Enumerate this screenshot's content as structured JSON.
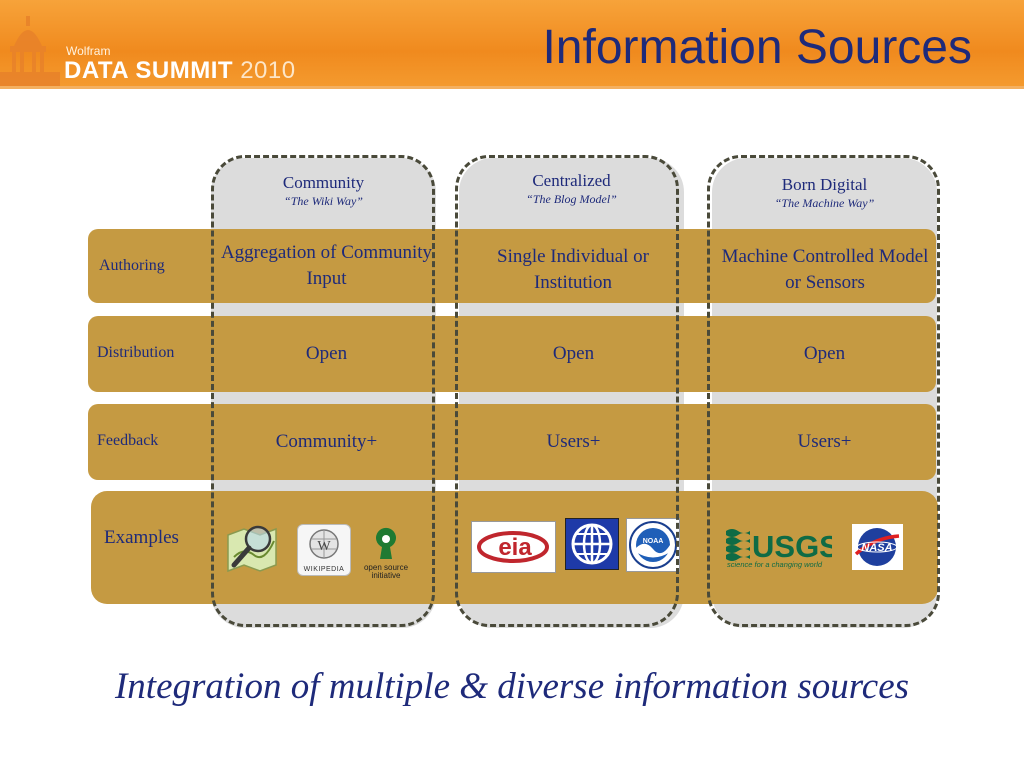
{
  "header": {
    "brand_small": "Wolfram",
    "brand_name": "DATA SUMMIT",
    "brand_year": "2010",
    "title": "Information Sources"
  },
  "columns": [
    {
      "name": "Community",
      "subtitle": "“The Wiki Way”"
    },
    {
      "name": "Centralized",
      "subtitle": "“The Blog Model”"
    },
    {
      "name": "Born Digital",
      "subtitle": "“The Machine Way”"
    }
  ],
  "rows": {
    "authoring": {
      "label": "Authoring",
      "cells": [
        "Aggregation of Community Input",
        "Single Individual or Institution",
        "Machine Controlled Model or Sensors"
      ]
    },
    "distribution": {
      "label": "Distribution",
      "cells": [
        "Open",
        "Open",
        "Open"
      ]
    },
    "feedback": {
      "label": "Feedback",
      "cells": [
        "Community+",
        "Users+",
        "Users+"
      ]
    },
    "examples": {
      "label": "Examples"
    }
  },
  "logos": {
    "wikipedia": "WIKIPEDIA",
    "osi_1": "open source",
    "osi_2": "initiative",
    "eia": "eia",
    "noaa": "NOAA",
    "usgs": "USGS",
    "usgs_tag": "science for a changing world",
    "nasa": "NASA"
  },
  "footer": "Integration of multiple & diverse information sources"
}
